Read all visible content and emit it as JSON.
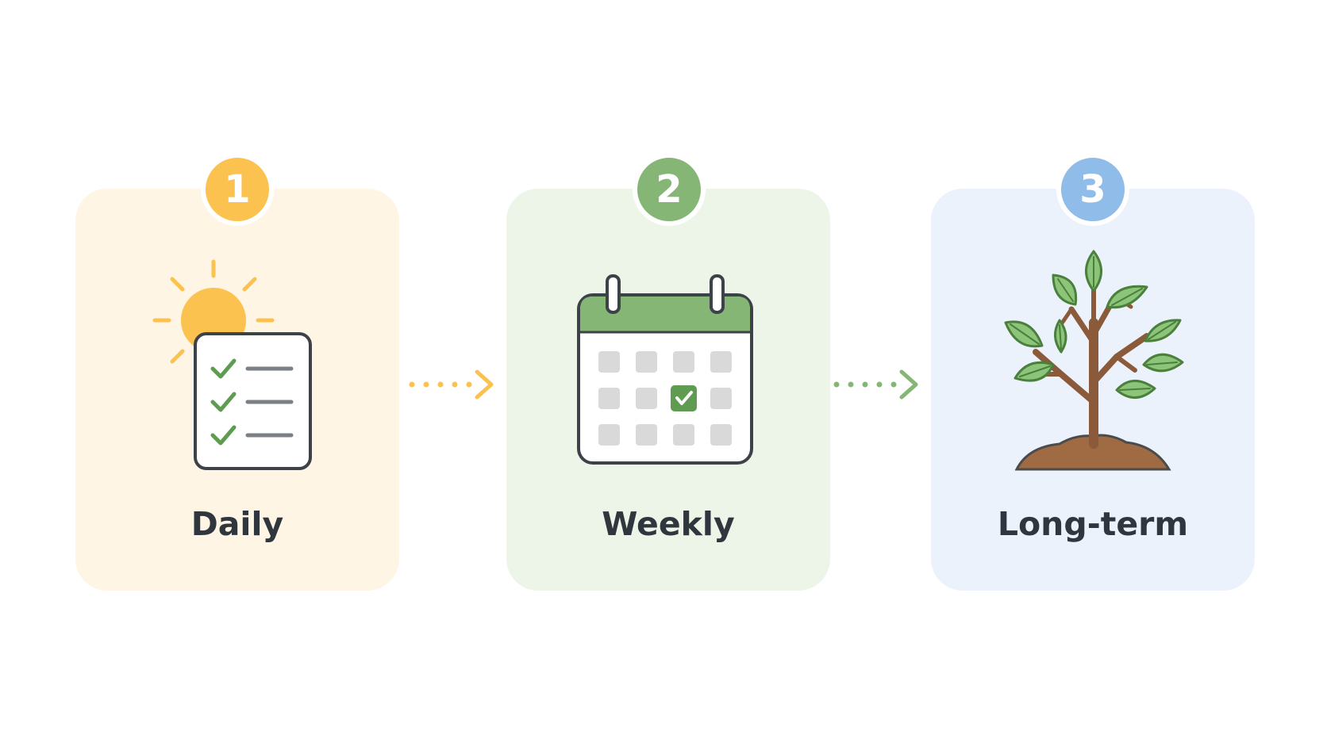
{
  "steps": [
    {
      "number": "1",
      "label": "Daily",
      "icon": "sun-checklist-icon",
      "card_color": "#fff5e4",
      "accent": "#fbc24f"
    },
    {
      "number": "2",
      "label": "Weekly",
      "icon": "calendar-icon",
      "card_color": "#edf5e8",
      "accent": "#86b675"
    },
    {
      "number": "3",
      "label": "Long-term",
      "icon": "tree-icon",
      "card_color": "#ebf2fb",
      "accent": "#8fbce8"
    }
  ],
  "connectors": [
    {
      "icon": "dotted-arrow-right-icon",
      "color": "#fbc24f"
    },
    {
      "icon": "dotted-arrow-right-icon",
      "color": "#86b675"
    }
  ]
}
